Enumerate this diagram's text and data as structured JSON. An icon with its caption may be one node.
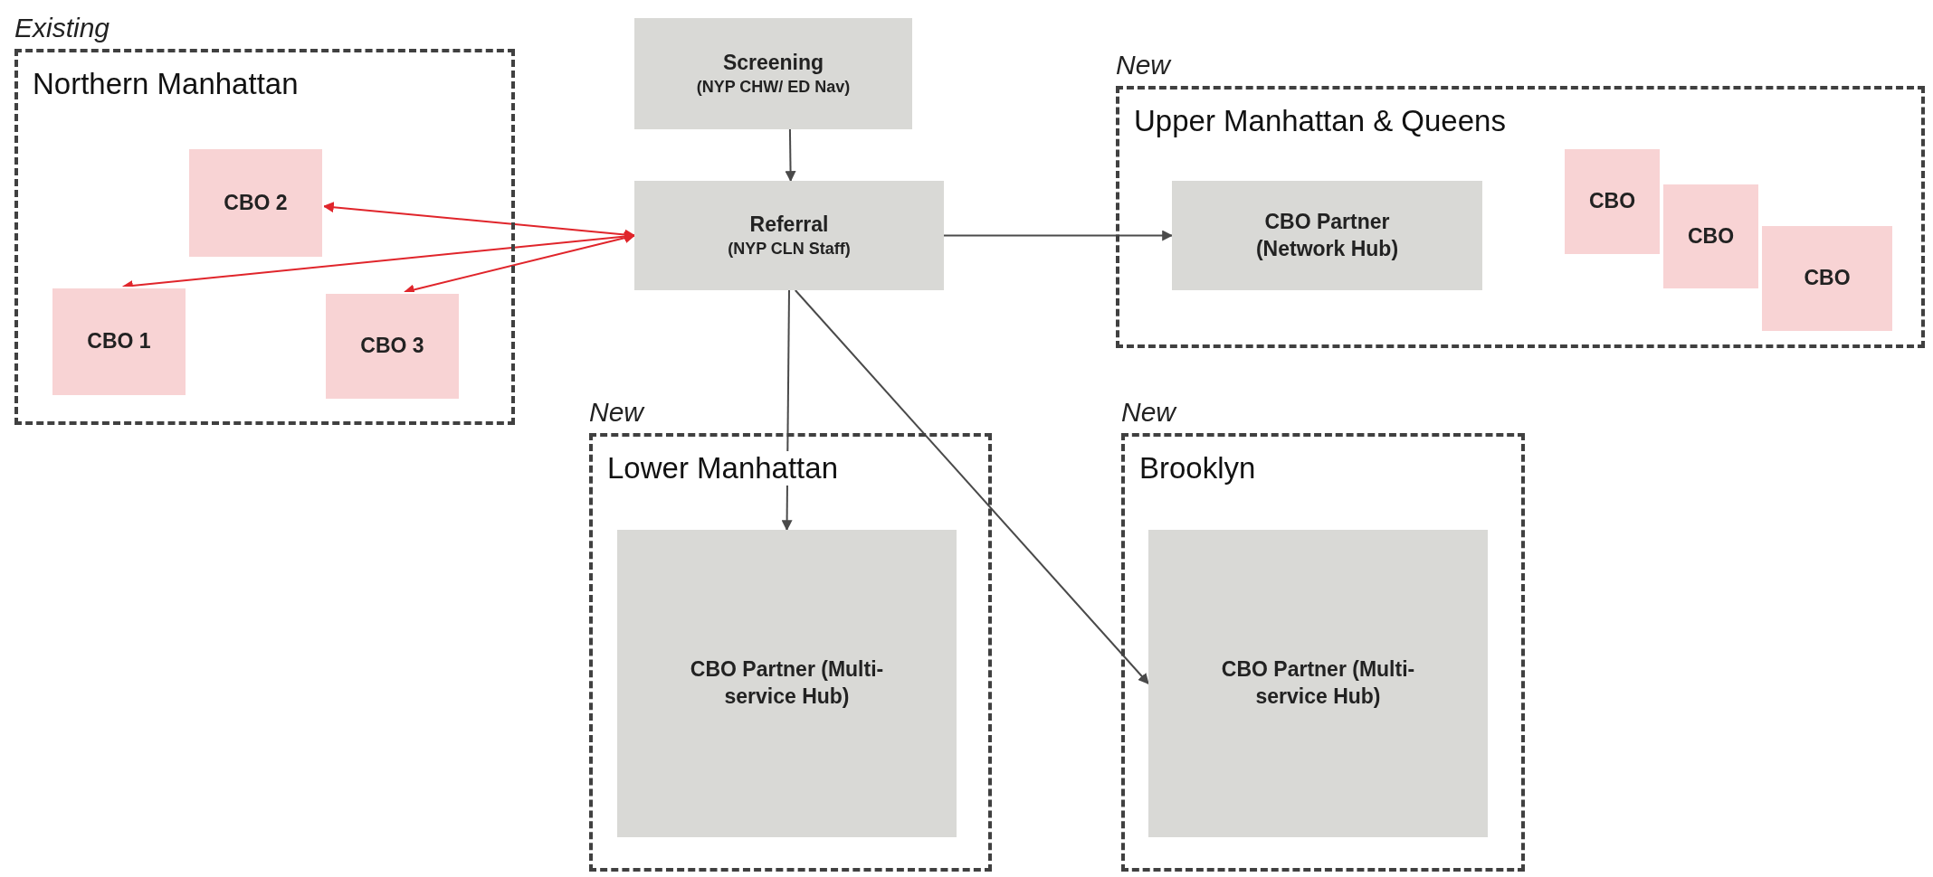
{
  "diagram": {
    "nodes": [
      {
        "text": [
          "Screening",
          "(NYP CHW/ ED Nav)"
        ]
      },
      {
        "text": [
          "Referral",
          "(NYP CLN Staff)"
        ]
      },
      {
        "text": [
          "Existing",
          "Northern Manhattan"
        ]
      },
      {
        "text": [
          "CBO 2"
        ],
        "in": 2
      },
      {
        "text": [
          "CBO 1"
        ],
        "in": 2
      },
      {
        "text": [
          "CBO 3"
        ],
        "in": 2
      },
      {
        "text": [
          "New",
          "Upper Manhattan & Queens"
        ]
      },
      {
        "text": [
          "CBO Partner (Network Hub)"
        ],
        "in": 6
      },
      {
        "text": [
          "CBO"
        ],
        "in": 6
      },
      {
        "text": [
          "CBO"
        ],
        "in": 6
      },
      {
        "text": [
          "CBO"
        ],
        "in": 6
      },
      {
        "text": [
          "New",
          "Lower Manhattan"
        ]
      },
      {
        "text": [
          "CBO Partner (Multi-service Hub)"
        ],
        "in": 11
      },
      {
        "text": [
          "New",
          "Brooklyn"
        ]
      },
      {
        "text": [
          "CBO Partner (Multi-service Hub)"
        ],
        "in": 13
      }
    ],
    "edges": [
      {
        "from": 0,
        "to": 1,
        "arrow": "to"
      },
      {
        "from": 3,
        "to": 1,
        "arrow": "both",
        "color": "#e0252b"
      },
      {
        "from": 4,
        "to": 1,
        "arrow": "both",
        "color": "#e0252b"
      },
      {
        "from": 5,
        "to": 1,
        "arrow": "both",
        "color": "#e0252b"
      },
      {
        "from": 1,
        "to": 7,
        "arrow": "to"
      },
      {
        "from": 1,
        "to": 12,
        "arrow": "to"
      },
      {
        "from": 1,
        "to": 14,
        "arrow": "to"
      }
    ]
  }
}
